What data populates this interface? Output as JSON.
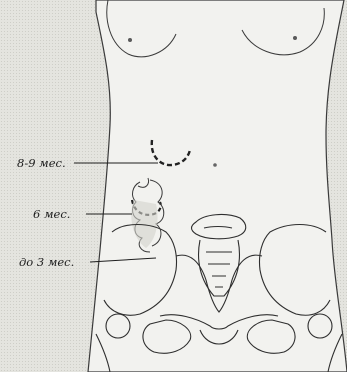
{
  "figure": {
    "labels": {
      "months_8_9": "8-9 мес.",
      "months_6": "6 мес.",
      "months_upto_3": "до 3 мес."
    }
  },
  "colors": {
    "paper": "#e9e9e5",
    "ink": "#2b2b2b"
  }
}
